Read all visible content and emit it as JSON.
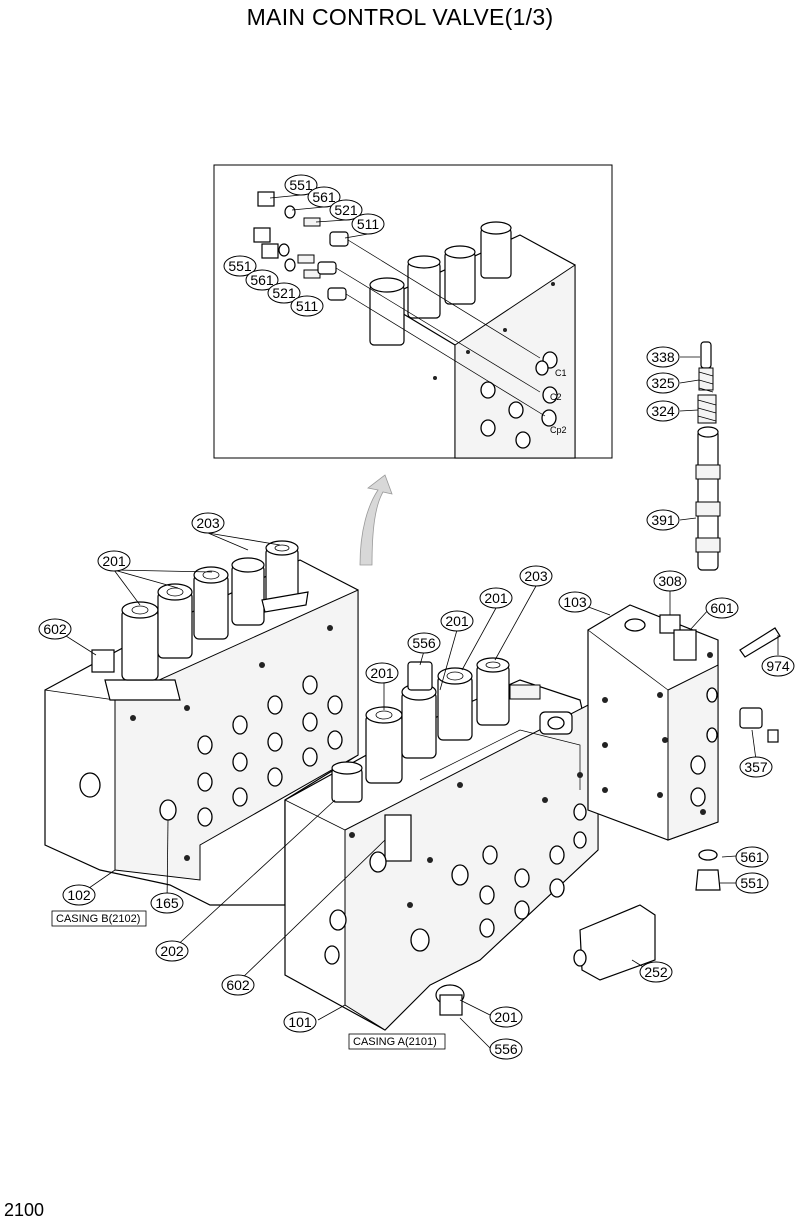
{
  "title": "MAIN CONTROL VALVE(1/3)",
  "page_number": "2100",
  "casings": {
    "casing_b": "CASING B(2102)",
    "casing_a": "CASING A(2101)"
  },
  "inset": {
    "port_labels": [
      "C1",
      "C2",
      "Cp2"
    ],
    "callouts": [
      "551",
      "561",
      "521",
      "511",
      "551",
      "561",
      "521",
      "511"
    ]
  },
  "callouts": {
    "main": [
      "203",
      "201",
      "602",
      "201",
      "556",
      "201",
      "203",
      "103",
      "308",
      "601",
      "974",
      "357",
      "561",
      "551",
      "252",
      "201",
      "556",
      "101",
      "602",
      "202",
      "165",
      "102"
    ],
    "spool": [
      "338",
      "325",
      "324",
      "391"
    ]
  }
}
